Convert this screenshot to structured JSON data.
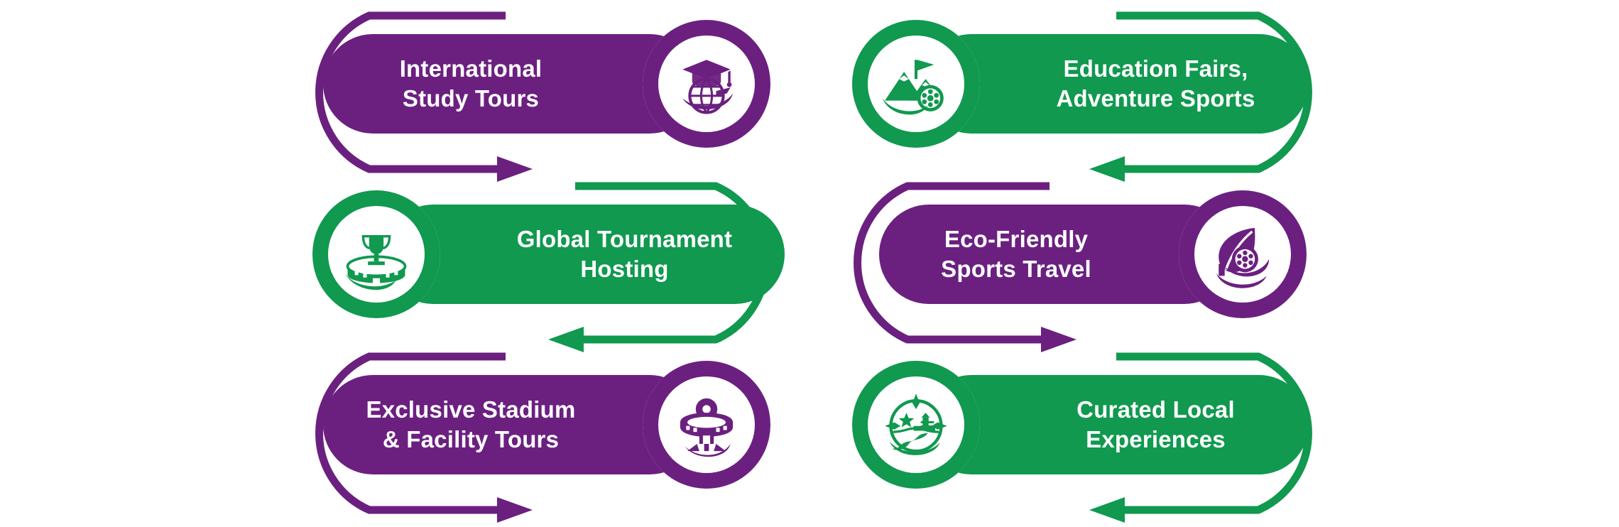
{
  "colors": {
    "purple": "#6B2080",
    "green": "#10994F",
    "white": "#FFFFFF",
    "background": "#FFFFFF"
  },
  "diagram": {
    "type": "process-loop",
    "columns": 2,
    "rows": 3,
    "items": [
      {
        "id": "international-study-tours",
        "label": "International\nStudy Tours",
        "color_name": "purple",
        "color": "#6B2080",
        "icon": "graduation-cap-globe-airplane-icon",
        "icon_side": "right",
        "arrow_direction": "right",
        "arrow_side": "left",
        "column": "left",
        "row": 1
      },
      {
        "id": "education-fairs-adventure-sports",
        "label": "Education Fairs,\nAdventure Sports",
        "color_name": "green",
        "color": "#10994F",
        "icon": "mountain-flag-soccer-ball-icon",
        "icon_side": "left",
        "arrow_direction": "left",
        "arrow_side": "right",
        "column": "right",
        "row": 1
      },
      {
        "id": "global-tournament-hosting",
        "label": "Global Tournament\nHosting",
        "color_name": "green",
        "color": "#10994F",
        "icon": "trophy-stadium-icon",
        "icon_side": "left",
        "arrow_direction": "left",
        "arrow_side": "right",
        "column": "left",
        "row": 2
      },
      {
        "id": "eco-friendly-sports-travel",
        "label": "Eco-Friendly\nSports Travel",
        "color_name": "purple",
        "color": "#6B2080",
        "icon": "leaf-soccer-ball-icon",
        "icon_side": "right",
        "arrow_direction": "right",
        "arrow_side": "left",
        "column": "right",
        "row": 2
      },
      {
        "id": "exclusive-stadium-facility-tours",
        "label": "Exclusive Stadium\n& Facility Tours",
        "color_name": "purple",
        "color": "#6B2080",
        "icon": "stadium-location-pin-icon",
        "icon_side": "right",
        "arrow_direction": "right",
        "arrow_side": "left",
        "column": "left",
        "row": 3
      },
      {
        "id": "curated-local-experiences",
        "label": "Curated Local\nExperiences",
        "color_name": "green",
        "color": "#10994F",
        "icon": "compass-landscape-pagoda-icon",
        "icon_side": "left",
        "arrow_direction": "left",
        "arrow_side": "right",
        "column": "right",
        "row": 3
      }
    ]
  }
}
